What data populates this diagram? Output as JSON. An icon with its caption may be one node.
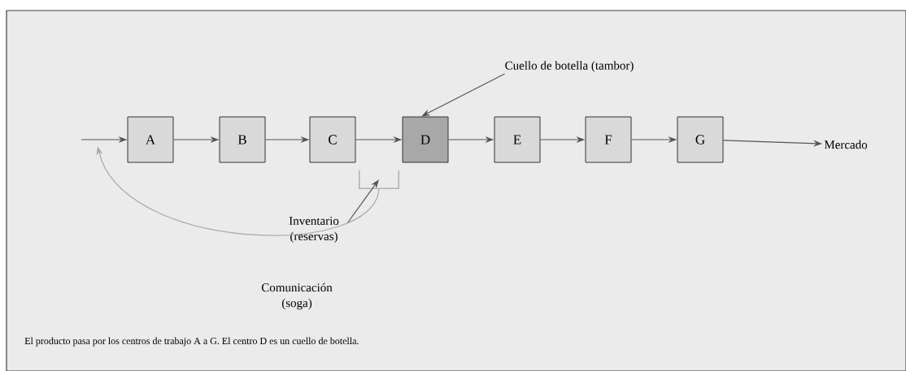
{
  "diagram": {
    "caption": "El producto pasa por los centros de trabajo A a G. El centro D es un cuello de botella.",
    "nodes": [
      {
        "text": [
          "A"
        ]
      },
      {
        "text": [
          "B"
        ]
      },
      {
        "text": [
          "C"
        ]
      },
      {
        "text": [
          "D"
        ]
      },
      {
        "text": [
          "E"
        ]
      },
      {
        "text": [
          "F"
        ]
      },
      {
        "text": [
          "G"
        ]
      },
      {
        "text": [
          "Mercado"
        ]
      },
      {
        "text": [
          "Cuello de botella (tambor)"
        ]
      },
      {
        "text": [
          "Inventario (reservas)"
        ]
      },
      {
        "text": [],
        "shape": "bracket"
      }
    ],
    "edges": [
      {
        "from": null,
        "to": 0,
        "arrow": "to"
      },
      {
        "from": 0,
        "to": 1,
        "arrow": "to"
      },
      {
        "from": 1,
        "to": 2,
        "arrow": "to"
      },
      {
        "from": 2,
        "to": 3,
        "arrow": "to"
      },
      {
        "from": 3,
        "to": 4,
        "arrow": "to"
      },
      {
        "from": 4,
        "to": 5,
        "arrow": "to"
      },
      {
        "from": 5,
        "to": 6,
        "arrow": "to"
      },
      {
        "from": 6,
        "to": 7,
        "arrow": "to"
      },
      {
        "from": 8,
        "to": 3,
        "arrow": "to"
      },
      {
        "from": 9,
        "to": 10,
        "arrow": "to"
      },
      {
        "from": 10,
        "to": null,
        "arrow": "to",
        "color": "#a8a8a8",
        "label": "Comunicación (soga)"
      }
    ]
  }
}
